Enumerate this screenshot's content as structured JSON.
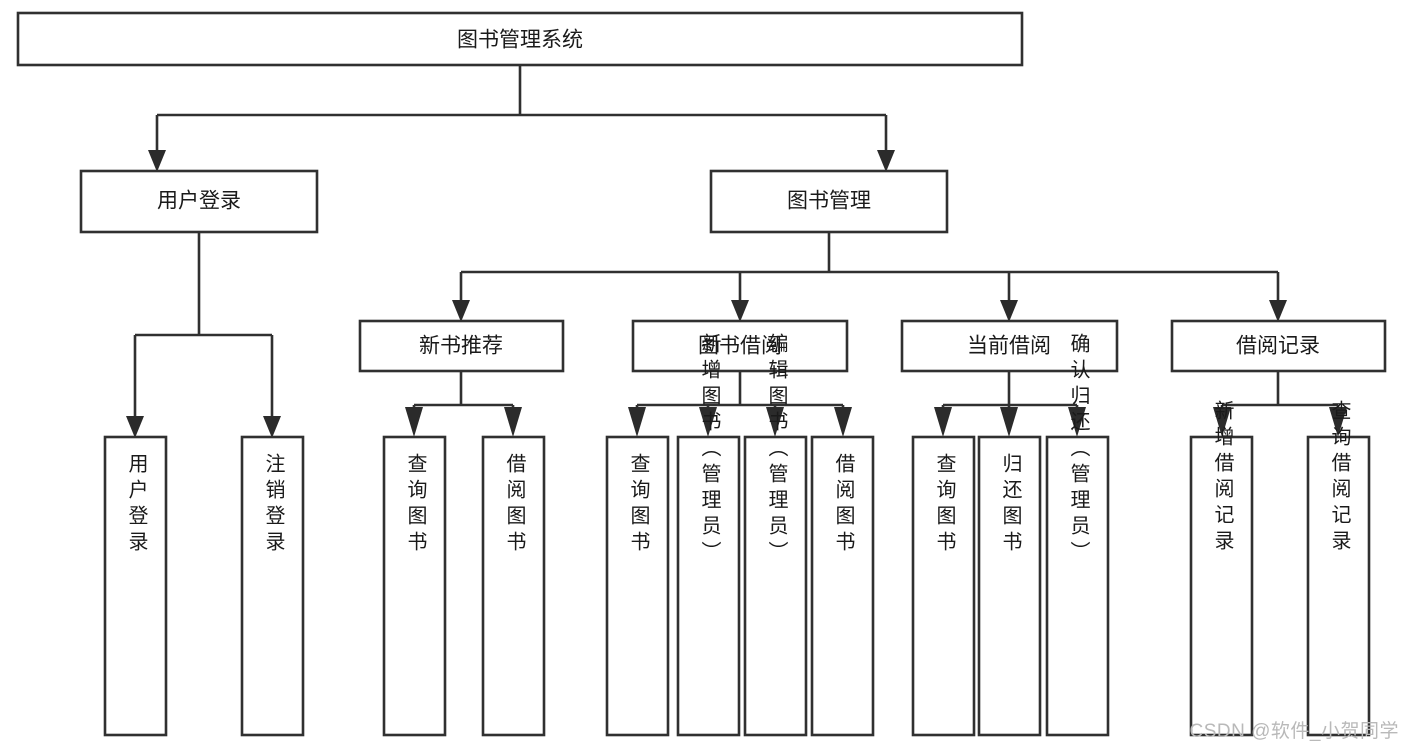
{
  "diagram": {
    "type": "tree-hierarchy",
    "title": "图书管理系统",
    "watermark": "CSDN @软件_小贺同学",
    "accent_color": "#303030",
    "box_fill": "#ffffff",
    "levels": 4,
    "nodes": {
      "root": {
        "label": "图书管理系统"
      },
      "level2": [
        {
          "id": "user-login",
          "label": "用户登录"
        },
        {
          "id": "book-manage",
          "label": "图书管理"
        }
      ],
      "level3": [
        {
          "id": "new-book-rec",
          "label": "新书推荐"
        },
        {
          "id": "book-borrow",
          "label": "图书借阅"
        },
        {
          "id": "current-borrow",
          "label": "当前借阅"
        },
        {
          "id": "borrow-record",
          "label": "借阅记录"
        }
      ],
      "leaves": {
        "user-login": [
          {
            "id": "leaf-user-login",
            "label": "用户登录"
          },
          {
            "id": "leaf-logout",
            "label": "注销登录"
          }
        ],
        "new-book-rec": [
          {
            "id": "leaf-query-book-1",
            "label": "查询图书"
          },
          {
            "id": "leaf-borrow-book-1",
            "label": "借阅图书"
          }
        ],
        "book-borrow": [
          {
            "id": "leaf-query-book-2",
            "label": "查询图书"
          },
          {
            "id": "leaf-add-book",
            "label": "新增图书（管理员）"
          },
          {
            "id": "leaf-edit-book",
            "label": "编辑图书（管理员）"
          },
          {
            "id": "leaf-borrow-book-2",
            "label": "借阅图书"
          }
        ],
        "current-borrow": [
          {
            "id": "leaf-query-book-3",
            "label": "查询图书"
          },
          {
            "id": "leaf-return-book",
            "label": "归还图书"
          },
          {
            "id": "leaf-confirm-return",
            "label": "确认归还（管理员）"
          }
        ],
        "borrow-record": [
          {
            "id": "leaf-add-record",
            "label": "新增借阅记录"
          },
          {
            "id": "leaf-query-record",
            "label": "查询借阅记录"
          }
        ]
      }
    },
    "edges": [
      {
        "from": "图书管理系统",
        "to": "用户登录"
      },
      {
        "from": "图书管理系统",
        "to": "图书管理"
      },
      {
        "from": "图书管理",
        "to": "新书推荐"
      },
      {
        "from": "图书管理",
        "to": "图书借阅"
      },
      {
        "from": "图书管理",
        "to": "当前借阅"
      },
      {
        "from": "图书管理",
        "to": "借阅记录"
      },
      {
        "from": "用户登录",
        "to": "用户登录"
      },
      {
        "from": "用户登录",
        "to": "注销登录"
      },
      {
        "from": "新书推荐",
        "to": "查询图书"
      },
      {
        "from": "新书推荐",
        "to": "借阅图书"
      },
      {
        "from": "图书借阅",
        "to": "查询图书"
      },
      {
        "from": "图书借阅",
        "to": "新增图书（管理员）"
      },
      {
        "from": "图书借阅",
        "to": "编辑图书（管理员）"
      },
      {
        "from": "图书借阅",
        "to": "借阅图书"
      },
      {
        "from": "当前借阅",
        "to": "查询图书"
      },
      {
        "from": "当前借阅",
        "to": "归还图书"
      },
      {
        "from": "当前借阅",
        "to": "确认归还（管理员）"
      },
      {
        "from": "借阅记录",
        "to": "新增借阅记录"
      },
      {
        "from": "借阅记录",
        "to": "查询借阅记录"
      }
    ]
  }
}
